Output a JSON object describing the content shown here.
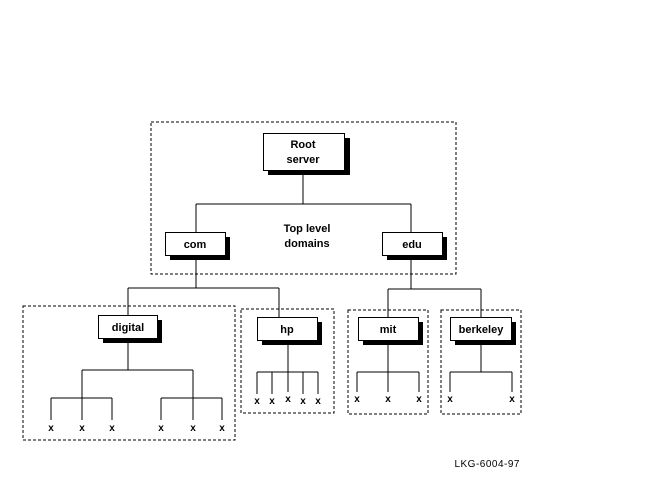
{
  "diagram": {
    "root": {
      "line1": "Root",
      "line2": "server"
    },
    "top_level": {
      "line1": "Top level",
      "line2": "domains"
    },
    "domains": {
      "com": "com",
      "edu": "edu",
      "digital": "digital",
      "hp": "hp",
      "mit": "mit",
      "berkeley": "berkeley"
    },
    "leaf_label": "x",
    "figure_id": "LKG-6004-97"
  }
}
